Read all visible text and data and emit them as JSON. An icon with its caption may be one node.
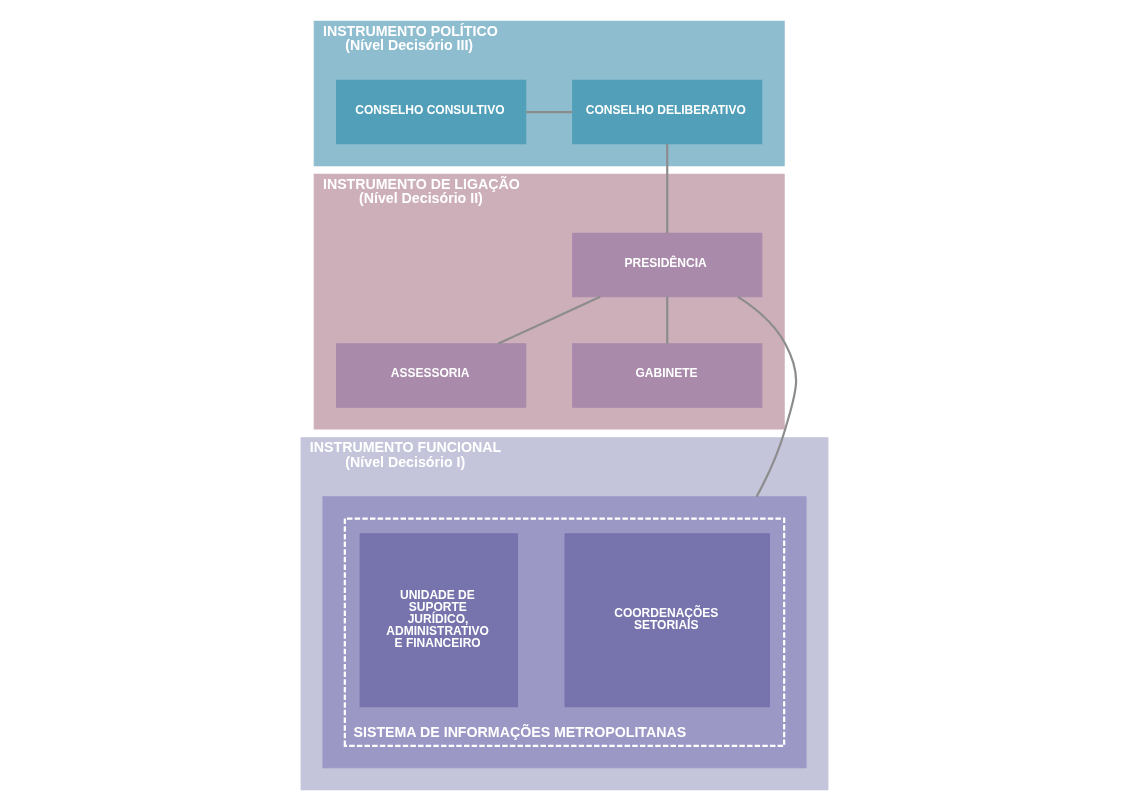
{
  "diagram": {
    "nodes": [
      {
        "text": [
          "INSTRUMENTO POLÍTICO",
          "(Nível Decisório III)"
        ]
      },
      {
        "text": [
          "CONSELHO CONSULTIVO"
        ],
        "in": 0
      },
      {
        "text": [
          "CONSELHO DELIBERATIVO"
        ],
        "in": 0
      },
      {
        "text": [
          "INSTRUMENTO DE LIGAÇÃO",
          "(Nível Decisório II)"
        ]
      },
      {
        "text": [
          "PRESIDÊNCIA"
        ],
        "in": 3
      },
      {
        "text": [
          "GABINETE"
        ],
        "in": 3
      },
      {
        "text": [
          "ASSESSORIA"
        ],
        "in": 3
      },
      {
        "text": [
          "INSTRUMENTO FUNCIONAL",
          "(Nível Decisório I)"
        ]
      },
      {
        "text": [],
        "shape": "box",
        "in": 7
      },
      {
        "text": [
          "SISTEMA DE INFORMAÇÕES METROPOLITANAS"
        ],
        "in": 8
      },
      {
        "text": [
          "COORDENAÇÕES SETORIAIS"
        ],
        "in": 9
      },
      {
        "text": [
          "UNIDADE DE SUPORTE JURÍDICO, ADMINISTRATIVO E FINANCEIRO"
        ],
        "in": 9
      }
    ],
    "edges": [
      {
        "from": 1,
        "to": 2,
        "arrow": "none"
      },
      {
        "from": 2,
        "to": 4,
        "arrow": "none"
      },
      {
        "from": 4,
        "to": 5,
        "arrow": "none"
      },
      {
        "from": 4,
        "to": 6,
        "arrow": "none"
      },
      {
        "from": 4,
        "to": 8,
        "arrow": "none"
      }
    ]
  }
}
